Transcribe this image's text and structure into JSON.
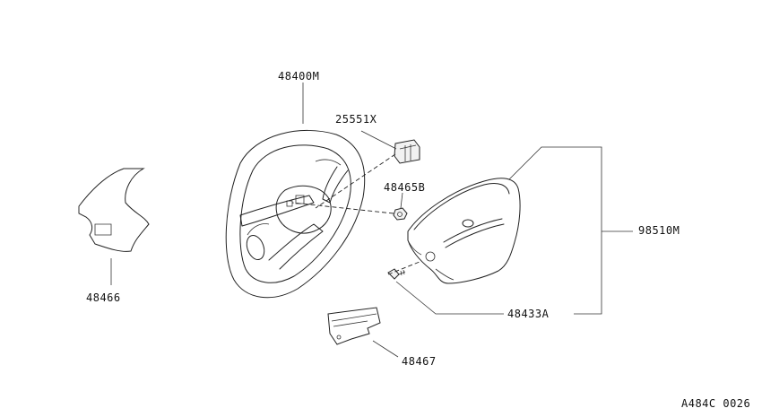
{
  "parts": {
    "steering_wheel": "48400M",
    "switch": "25551X",
    "nut": "48465B",
    "airbag_module": "98510M",
    "bolt": "48433A",
    "lower_cover": "48467",
    "side_cover": "48466"
  },
  "diagram_code": "A484C 0026"
}
